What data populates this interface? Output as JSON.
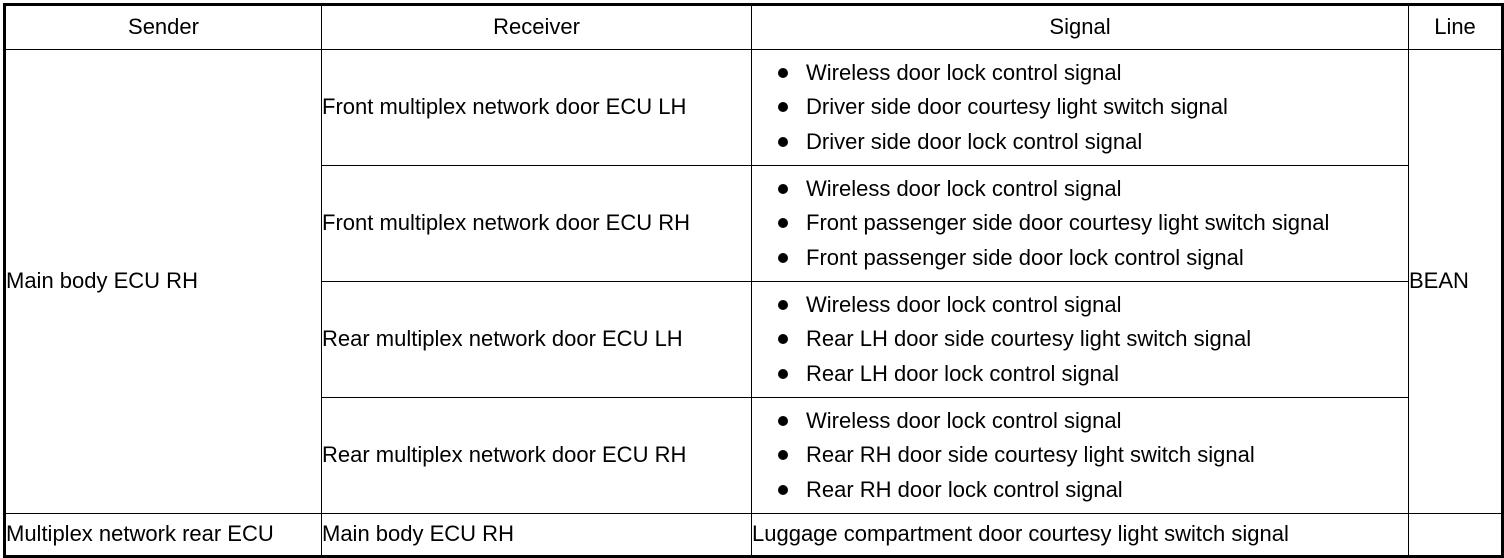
{
  "table": {
    "columns": [
      {
        "key": "sender",
        "label": "Sender"
      },
      {
        "key": "receiver",
        "label": "Receiver"
      },
      {
        "key": "signal",
        "label": "Signal"
      },
      {
        "key": "line",
        "label": "Line"
      }
    ],
    "sender_group": "Main body ECU RH",
    "line_group": "BEAN",
    "rows": [
      {
        "receiver": "Front multiplex network door ECU LH",
        "signals": [
          "Wireless door lock control signal",
          "Driver side door courtesy light switch signal",
          "Driver side door lock control signal"
        ]
      },
      {
        "receiver": "Front multiplex network door ECU RH",
        "signals": [
          "Wireless door lock control signal",
          "Front passenger side door courtesy light switch signal",
          "Front passenger side door lock control signal"
        ]
      },
      {
        "receiver": "Rear multiplex network door ECU LH",
        "signals": [
          "Wireless door lock control signal",
          "Rear LH door side courtesy light switch signal",
          "Rear LH door lock control signal"
        ]
      },
      {
        "receiver": "Rear multiplex network door ECU RH",
        "signals": [
          "Wireless door lock control signal",
          "Rear RH door side courtesy light switch signal",
          "Rear RH door lock control signal"
        ]
      }
    ],
    "last_row": {
      "sender": "Multiplex network rear ECU",
      "receiver": "Main body ECU RH",
      "signal": "Luggage compartment door courtesy light switch signal",
      "line": ""
    }
  },
  "colors": {
    "border": "#000000",
    "text": "#000000",
    "background": "#ffffff"
  }
}
